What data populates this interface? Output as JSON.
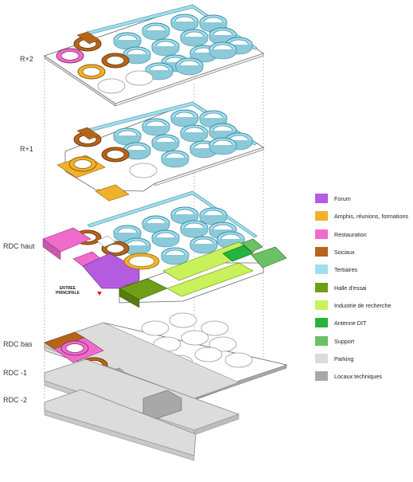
{
  "levels": {
    "r2": "R+2",
    "r1": "R+1",
    "rdc_haut": "RDC haut",
    "rdc_bas": "RDC bas",
    "rdc_m1": "RDC -1",
    "rdc_m2": "RDC -2"
  },
  "entrance": {
    "line1": "ENTREE",
    "line2": "PRINCIPALE"
  },
  "legend": [
    {
      "label": "Forum",
      "color": "#b45be0"
    },
    {
      "label": "Amphis, réunions, formations",
      "color": "#f2b12a"
    },
    {
      "label": "Restauration",
      "color": "#f06ccc"
    },
    {
      "label": "Sociaux",
      "color": "#b7641a"
    },
    {
      "label": "Tertiaires",
      "color": "#9fe0ef"
    },
    {
      "label": "Halle d'essai",
      "color": "#6e9f16"
    },
    {
      "label": "Industrie de recherche",
      "color": "#c9f25a"
    },
    {
      "label": "Antenne DIT",
      "color": "#25b43d"
    },
    {
      "label": "Support",
      "color": "#6cc066"
    },
    {
      "label": "Parking",
      "color": "#dcdcdc"
    },
    {
      "label": "Locaux techniques",
      "color": "#a8a8a8"
    }
  ]
}
